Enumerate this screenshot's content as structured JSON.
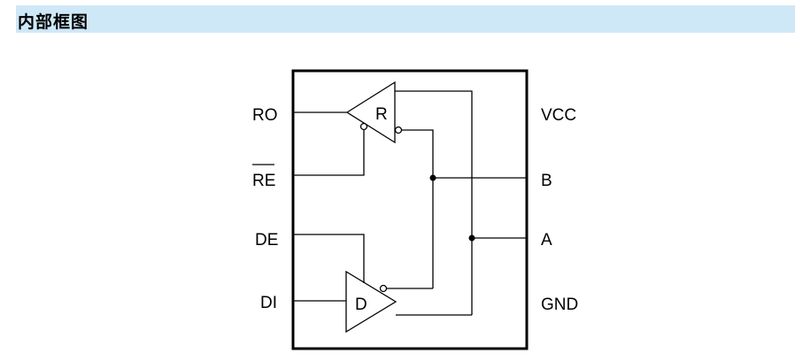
{
  "header": {
    "title": "内部框图"
  },
  "diagram": {
    "left_pins": {
      "ro": "RO",
      "re": "RE",
      "de": "DE",
      "di": "DI"
    },
    "right_pins": {
      "vcc": "VCC",
      "b": "B",
      "a": "A",
      "gnd": "GND"
    },
    "receiver_label": "R",
    "driver_label": "D"
  },
  "colors": {
    "header_bg": "#cfe8f7",
    "line": "#000000"
  }
}
